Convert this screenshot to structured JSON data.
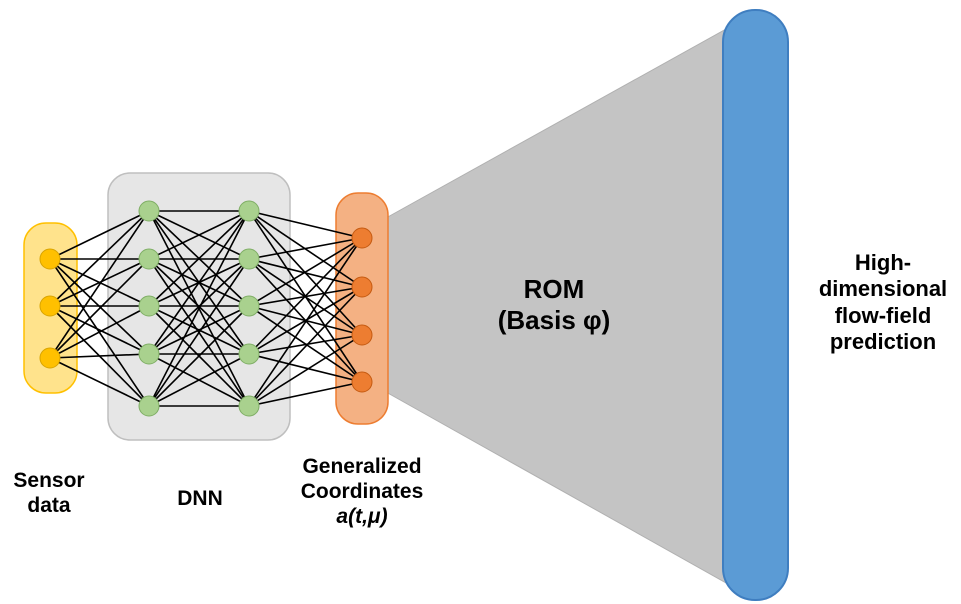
{
  "labels": {
    "sensor": [
      "Sensor",
      "data"
    ],
    "dnn": "DNN",
    "generalized": [
      "Generalized",
      "Coordinates",
      "a(t,μ)"
    ],
    "rom": [
      "ROM",
      "(Basis φ)"
    ],
    "prediction": [
      "High-",
      "dimensional",
      "flow-field",
      "prediction"
    ]
  },
  "network": {
    "input_nodes": 3,
    "hidden1_nodes": 5,
    "hidden2_nodes": 5,
    "output_nodes": 4,
    "fully_connected": true
  },
  "colors": {
    "sensor_box": "#ffd966",
    "sensor_node": "#ffc000",
    "dnn_box": "#e6e6e6",
    "dnn_node": "#a9d18e",
    "coord_box": "#f4b183",
    "coord_node": "#ed7d31",
    "rom_fan": "#c4c4c4",
    "output_bar": "#5b9bd5",
    "edge": "#000000"
  }
}
